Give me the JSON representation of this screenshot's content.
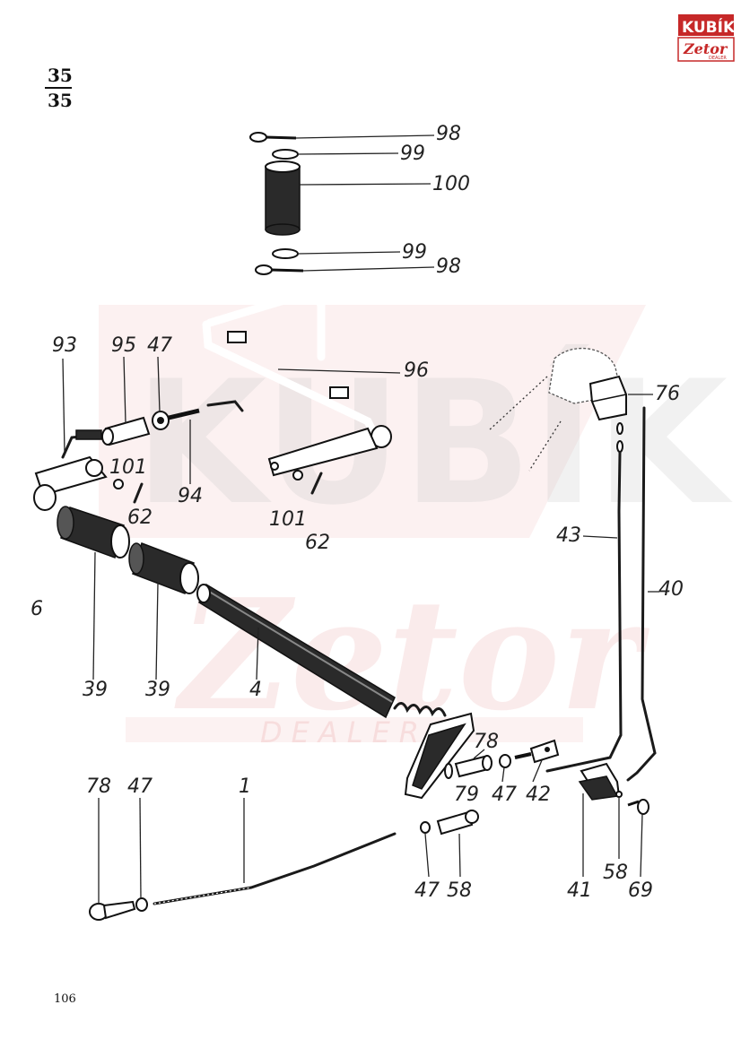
{
  "header": {
    "numerator": "35",
    "denominator": "35"
  },
  "page_number": "106",
  "logo": {
    "brand": "KUBÍK",
    "sub": "Zetor",
    "tag": "DEALER"
  },
  "watermark": {
    "brand": "KUBÍK",
    "sub": "Zetor",
    "tag": "DEALER"
  },
  "labels": {
    "p98a": "98",
    "p99a": "99",
    "p100": "100",
    "p99b": "99",
    "p98b": "98",
    "p93": "93",
    "p95": "95",
    "p47a": "47",
    "p96": "96",
    "p76": "76",
    "p101a": "101",
    "p62a": "62",
    "p94": "94",
    "p101b": "101",
    "p62b": "62",
    "p43": "43",
    "p40": "40",
    "p39a": "39",
    "p39b": "39",
    "p4": "4",
    "p78a": "78",
    "p79": "79",
    "p47b": "47",
    "p42": "42",
    "p78b": "78",
    "p47c": "47",
    "p1": "1",
    "p47d": "47",
    "p58a": "58",
    "p41": "41",
    "p58b": "58",
    "p69": "69",
    "side_mark": "6"
  }
}
